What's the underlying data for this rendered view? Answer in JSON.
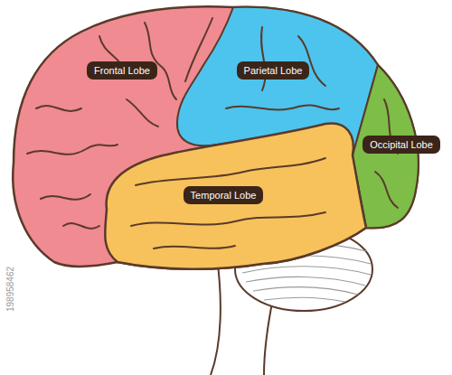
{
  "diagram": {
    "nodes": [
      {
        "text": [
          "Frontal Lobe"
        ]
      },
      {
        "text": [
          "Parietal Lobe"
        ]
      },
      {
        "text": [
          "Occipital Lobe"
        ]
      },
      {
        "text": [
          "Temporal Lobe"
        ]
      }
    ],
    "labels": [
      "198958462"
    ]
  }
}
